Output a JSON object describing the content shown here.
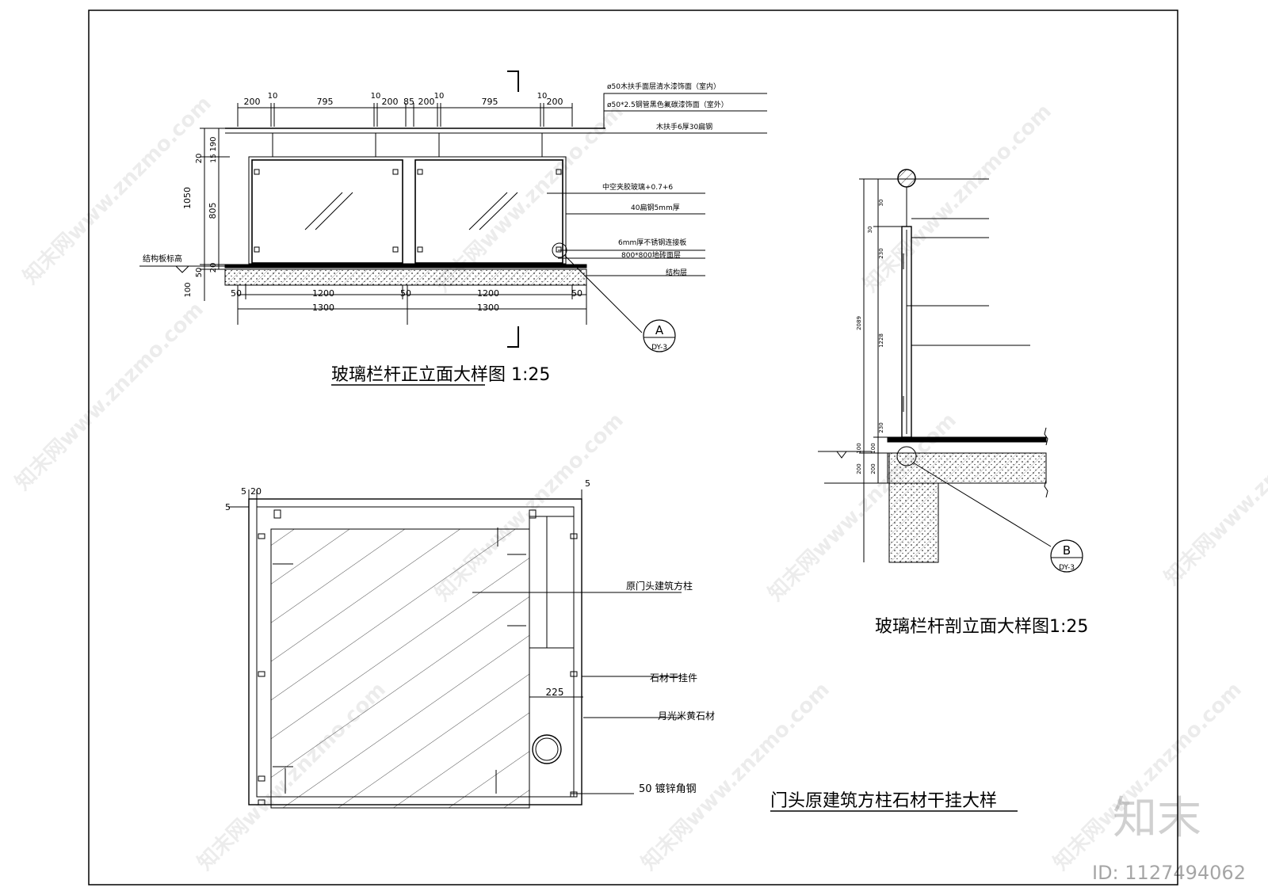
{
  "front": {
    "title": "玻璃栏杆正立面大样图  1:25",
    "top_dims": [
      "200",
      "10",
      "795",
      "10",
      "200",
      "85",
      "200",
      "10",
      "795",
      "10",
      "200"
    ],
    "bottom_dims": [
      "50",
      "1200",
      "50",
      "1200",
      "50"
    ],
    "span_dims": [
      "1300",
      "1300"
    ],
    "left_dims": [
      "190",
      "15",
      "20",
      "805",
      "1050",
      "20",
      "50",
      "100"
    ],
    "level_label": "结构板标高",
    "callouts": [
      "ø50木扶手面层清水漆饰面（室内）",
      "ø50*2.5钢管黑色氟碳漆饰面（室外）",
      "木扶手6厚30扁钢",
      "中空夹胶玻璃+0.7+6",
      "40扁钢5mm厚",
      "6mm厚不锈钢连接板",
      "800*800地砖面层",
      "结构层"
    ],
    "detail_letter": "A",
    "detail_ref": "DY-3"
  },
  "section": {
    "title": "玻璃栏杆剖立面大样图1:25",
    "dims": [
      "30",
      "230",
      "30",
      "2089",
      "1228",
      "230",
      "100",
      "100",
      "200",
      "200"
    ],
    "detail_letter": "B",
    "detail_ref": "DY-3"
  },
  "plan": {
    "title": "门头原建筑方柱石材干挂大样",
    "top_dims": [
      "5",
      "20",
      "5"
    ],
    "left_dim": "5",
    "inner_dim": "225",
    "callouts": [
      "原门头建筑方柱",
      "石材干挂件",
      "月光米黄石材",
      "50 镀锌角钢"
    ]
  },
  "brand": {
    "logo": "知末",
    "id_text": "ID: 1127494062",
    "watermark": "知末网www.znzmo.com"
  }
}
